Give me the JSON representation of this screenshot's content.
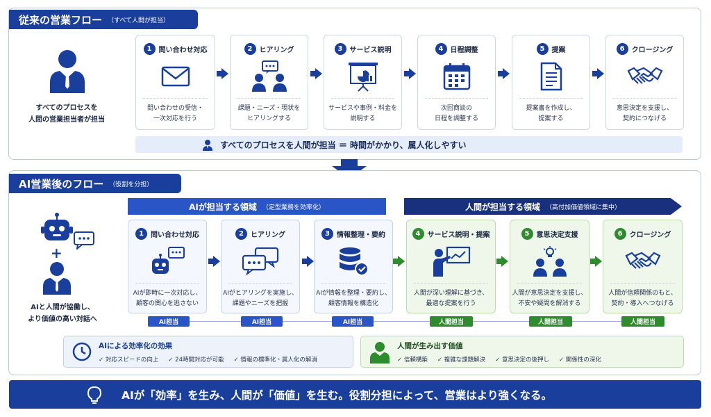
{
  "top": {
    "title": "従来の営業フロー",
    "subtitle": "（すべて人間が担当）",
    "left_caption_1": "すべてのプロセスを",
    "left_caption_2": "人間の営業担当者が担当",
    "steps": [
      {
        "num": "1",
        "label": "問い合わせ対応",
        "icon": "envelope-icon",
        "desc1": "問い合わせの受信・",
        "desc2": "一次対応を行う"
      },
      {
        "num": "2",
        "label": "ヒアリング",
        "icon": "conversation-icon",
        "desc1": "課題・ニーズ・現状を",
        "desc2": "ヒアリングする"
      },
      {
        "num": "3",
        "label": "サービス説明",
        "icon": "presentation-icon",
        "desc1": "サービスや事例・料金を",
        "desc2": "説明する"
      },
      {
        "num": "4",
        "label": "日程調整",
        "icon": "calendar-icon",
        "desc1": "次回商談の",
        "desc2": "日程を調整する"
      },
      {
        "num": "5",
        "label": "提案",
        "icon": "document-icon",
        "desc1": "提案書を作成し、",
        "desc2": "提案する"
      },
      {
        "num": "6",
        "label": "クロージング",
        "icon": "handshake-icon",
        "desc1": "意思決定を支援し、",
        "desc2": "契約につなげる"
      }
    ],
    "summary": "すべてのプロセスを人間が担当 ＝ 時間がかかり、属人化しやすい"
  },
  "bottom": {
    "title": "AI営業後のフロー",
    "subtitle": "（役割を分担）",
    "plus": "+",
    "left_caption_1": "AIと人間が協働し、",
    "left_caption_2": "より価値の高い対話へ",
    "band_ai": {
      "label": "AIが担当する領域",
      "sub": "（定型業務を効率化）"
    },
    "band_human": {
      "label": "人間が担当する領域",
      "sub": "（高付加価値領域に集中）"
    },
    "steps": [
      {
        "num": "1",
        "label": "問い合わせ対応",
        "icon": "robot-chat-icon",
        "desc1": "AIが即時に一次対応し、",
        "desc2": "顧客の関心を逃さない",
        "tag": "AI担当"
      },
      {
        "num": "2",
        "label": "ヒアリング",
        "icon": "chat-bubbles-icon",
        "desc1": "AIがヒアリングを実施し、",
        "desc2": "課題やニーズを把握",
        "tag": "AI担当"
      },
      {
        "num": "3",
        "label": "情報整理・要約",
        "icon": "database-check-icon",
        "desc1": "AIが情報を整理・要約し、",
        "desc2": "顧客情報を構造化",
        "tag": "AI担当"
      },
      {
        "num": "4",
        "label": "サービス説明・提案",
        "icon": "presenter-icon",
        "desc1": "人間が深い理解に基づき、",
        "desc2": "最適な提案を行う",
        "tag": "人間担当"
      },
      {
        "num": "5",
        "label": "意思決定支援",
        "icon": "people-idea-icon",
        "desc1": "人間が意思決定を支援し、",
        "desc2": "不安や疑問を解消する",
        "tag": "人間担当"
      },
      {
        "num": "6",
        "label": "クロージング",
        "icon": "handshake-icon",
        "desc1": "人間が信頼関係のもと、",
        "desc2": "契約・導入へつなげる",
        "tag": "人間担当"
      }
    ],
    "effect": {
      "title": "AIによる効率化の効果",
      "items": [
        "対応スピードの向上",
        "24時間対応が可能",
        "情報の標準化・属人化の解消"
      ]
    },
    "value": {
      "title": "人間が生み出す価値",
      "items": [
        "信頼構築",
        "複雑な課題解決",
        "意思決定の後押し",
        "関係性の深化"
      ]
    }
  },
  "footer": "AIが「効率」を生み、人間が「価値」を生む。役割分担によって、営業はより強くなる。",
  "colors": {
    "navy": "#1a3e9c",
    "blue": "#2a55c7",
    "green": "#2e8b2e"
  }
}
